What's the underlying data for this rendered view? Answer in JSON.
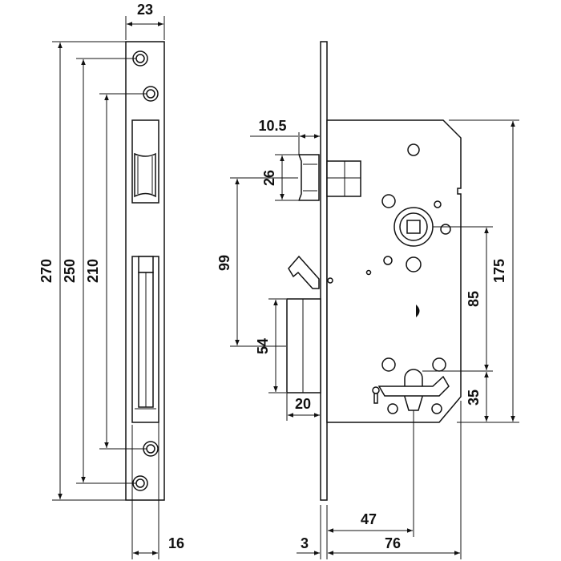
{
  "dimensions": {
    "faceplate_width": "23",
    "overall_height": "270",
    "outer_screw_spacing": "250",
    "inner_screw_spacing": "210",
    "faceplate_offset": "16",
    "latch_projection": "10.5",
    "latch_height": "26",
    "latch_to_deadbolt": "99",
    "deadbolt_height": "54",
    "deadbolt_projection": "20",
    "case_height": "175",
    "handle_to_cylinder": "85",
    "cylinder_to_bottom": "35",
    "faceplate_thickness": "3",
    "backset": "47",
    "case_depth": "76"
  }
}
